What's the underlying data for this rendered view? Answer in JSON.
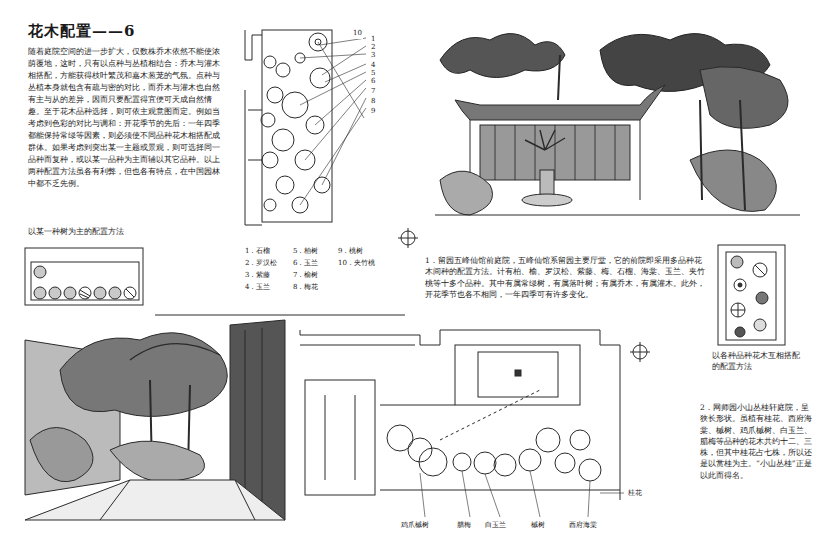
{
  "diagram": {
    "title": "花木配置——6",
    "labels": [
      "随着庭院空间的进一步扩大，仅数株乔木依然不能使浓荫覆地，这时，只有以点种与丛植相结合：乔木与灌木相搭配，方能获得枝叶繁茂和嘉木葱茏的气氛。点种与丛植本身就包含有疏与密的对比，而乔木与灌木也自然有主与从的差异，因而只要配置得宜便可天成自然情趣。至于花木品种选择，则可依主观意图而定。例如当考虑到色彩的对比与调和：开花季节的先后：一年四季都能保持常绿等因素，则必须使不同品种花木相搭配成群体。如果考虑到突出某一主题或景观，则可选择同一品种而复种，或以某一品种为主而辅以其它品种。以上两种配置方法虽各有利弊，但也各有特点，在中国园林中都不乏先例。",
      "以某一种树为主的配置方法",
      "10",
      "1",
      "2",
      "3",
      "4",
      "5",
      "6",
      "7",
      "8",
      "9",
      "1．石榴",
      "2．罗汉松",
      "3．紫藤",
      "4．玉兰",
      "5．柏树",
      "6．玉兰",
      "7．榆树",
      "8．梅花",
      "9．桃树",
      "10．夹竹桃",
      "1．留园五峰仙馆前庭院，五峰仙馆系留园主要厅堂，它的前院即采用多品种花木间种的配置方法。计有柏、榆、罗汉松、紫藤、梅、石榴、海棠、玉兰、夹竹桃等十多个品种。其中有属常绿树，有属落叶树；有属乔木，有属灌木。此外，开花季节也各不相同，一年四季可有许多变化。",
      "以各种品种花木互相搭配的配置方法",
      "2．网师园小山丛桂轩庭院，呈狭长形状。虽植有桂花、西府海棠、槭树、鸡爪槭树、白玉兰、腊梅等品种的花木共约十二、三株，但其中桂花占七株，所以还是以赏桂为主。“小山丛桂”正是以此而得名。",
      "鸡爪槭树",
      "腊梅",
      "白玉兰",
      "槭树",
      "西府海棠",
      "桂花"
    ]
  }
}
